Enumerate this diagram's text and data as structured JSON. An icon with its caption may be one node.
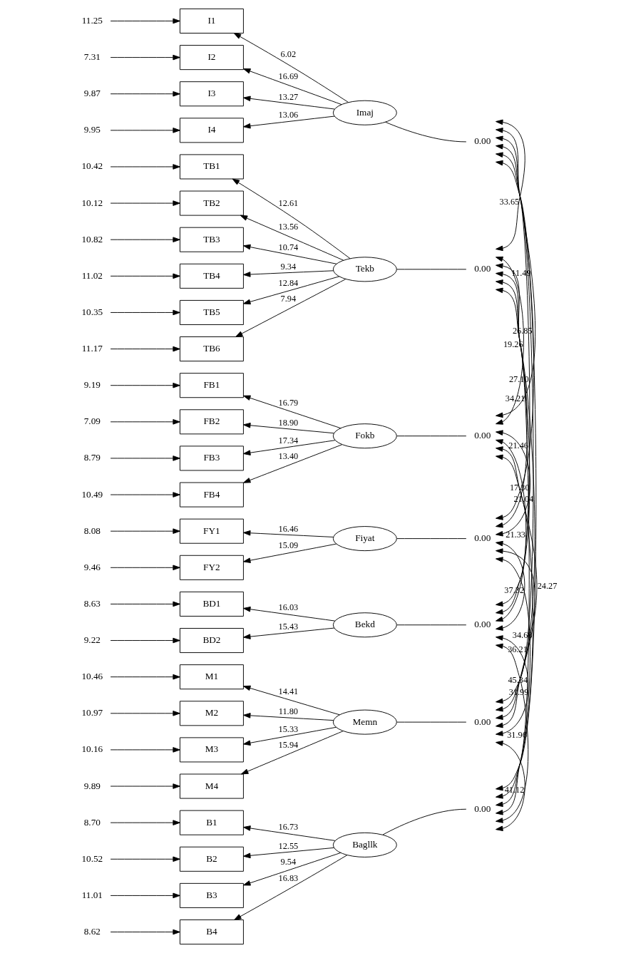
{
  "diagram": {
    "nodes": [
      {
        "text": [
          "11.25"
        ]
      },
      {
        "text": [
          "I1"
        ]
      },
      {
        "text": [
          "7.31"
        ]
      },
      {
        "text": [
          "I2"
        ]
      },
      {
        "text": [
          "9.87"
        ]
      },
      {
        "text": [
          "I3"
        ]
      },
      {
        "text": [
          "9.95"
        ]
      },
      {
        "text": [
          "I4"
        ]
      },
      {
        "text": [
          "10.42"
        ]
      },
      {
        "text": [
          "TB1"
        ]
      },
      {
        "text": [
          "10.12"
        ]
      },
      {
        "text": [
          "TB2"
        ]
      },
      {
        "text": [
          "10.82"
        ]
      },
      {
        "text": [
          "TB3"
        ]
      },
      {
        "text": [
          "11.02"
        ]
      },
      {
        "text": [
          "TB4"
        ]
      },
      {
        "text": [
          "10.35"
        ]
      },
      {
        "text": [
          "TB5"
        ]
      },
      {
        "text": [
          "11.17"
        ]
      },
      {
        "text": [
          "TB6"
        ]
      },
      {
        "text": [
          "9.19"
        ]
      },
      {
        "text": [
          "FB1"
        ]
      },
      {
        "text": [
          "7.09"
        ]
      },
      {
        "text": [
          "FB2"
        ]
      },
      {
        "text": [
          "8.79"
        ]
      },
      {
        "text": [
          "FB3"
        ]
      },
      {
        "text": [
          "10.49"
        ]
      },
      {
        "text": [
          "FB4"
        ]
      },
      {
        "text": [
          "8.08"
        ]
      },
      {
        "text": [
          "FY1"
        ]
      },
      {
        "text": [
          "9.46"
        ]
      },
      {
        "text": [
          "FY2"
        ]
      },
      {
        "text": [
          "8.63"
        ]
      },
      {
        "text": [
          "BD1"
        ]
      },
      {
        "text": [
          "9.22"
        ]
      },
      {
        "text": [
          "BD2"
        ]
      },
      {
        "text": [
          "10.46"
        ]
      },
      {
        "text": [
          "M1"
        ]
      },
      {
        "text": [
          "10.97"
        ]
      },
      {
        "text": [
          "M2"
        ]
      },
      {
        "text": [
          "10.16"
        ]
      },
      {
        "text": [
          "M3"
        ]
      },
      {
        "text": [
          "9.89"
        ]
      },
      {
        "text": [
          "M4"
        ]
      },
      {
        "text": [
          "8.70"
        ]
      },
      {
        "text": [
          "B1"
        ]
      },
      {
        "text": [
          "10.52"
        ]
      },
      {
        "text": [
          "B2"
        ]
      },
      {
        "text": [
          "11.01"
        ]
      },
      {
        "text": [
          "B3"
        ]
      },
      {
        "text": [
          "8.62"
        ]
      },
      {
        "text": [
          "B4"
        ]
      },
      {
        "text": [
          "Imaj"
        ]
      },
      {
        "text": [
          "0.00"
        ]
      },
      {
        "text": [
          "Tekb"
        ]
      },
      {
        "text": [
          "0.00"
        ]
      },
      {
        "text": [
          "Fokb"
        ]
      },
      {
        "text": [
          "0.00"
        ]
      },
      {
        "text": [
          "Fiyat"
        ]
      },
      {
        "text": [
          "0.00"
        ]
      },
      {
        "text": [
          "Bekd"
        ]
      },
      {
        "text": [
          "0.00"
        ]
      },
      {
        "text": [
          "Memn"
        ]
      },
      {
        "text": [
          "0.00"
        ]
      },
      {
        "text": [
          "Bagllk"
        ]
      },
      {
        "text": [
          "0.00"
        ]
      }
    ],
    "edges": [
      {
        "from": 0,
        "to": 1,
        "arrow": "to"
      },
      {
        "from": 2,
        "to": 3,
        "arrow": "to"
      },
      {
        "from": 4,
        "to": 5,
        "arrow": "to"
      },
      {
        "from": 6,
        "to": 7,
        "arrow": "to"
      },
      {
        "from": 8,
        "to": 9,
        "arrow": "to"
      },
      {
        "from": 10,
        "to": 11,
        "arrow": "to"
      },
      {
        "from": 12,
        "to": 13,
        "arrow": "to"
      },
      {
        "from": 14,
        "to": 15,
        "arrow": "to"
      },
      {
        "from": 16,
        "to": 17,
        "arrow": "to"
      },
      {
        "from": 18,
        "to": 19,
        "arrow": "to"
      },
      {
        "from": 20,
        "to": 21,
        "arrow": "to"
      },
      {
        "from": 22,
        "to": 23,
        "arrow": "to"
      },
      {
        "from": 24,
        "to": 25,
        "arrow": "to"
      },
      {
        "from": 26,
        "to": 27,
        "arrow": "to"
      },
      {
        "from": 28,
        "to": 29,
        "arrow": "to"
      },
      {
        "from": 30,
        "to": 31,
        "arrow": "to"
      },
      {
        "from": 32,
        "to": 33,
        "arrow": "to"
      },
      {
        "from": 34,
        "to": 35,
        "arrow": "to"
      },
      {
        "from": 36,
        "to": 37,
        "arrow": "to"
      },
      {
        "from": 38,
        "to": 39,
        "arrow": "to"
      },
      {
        "from": 40,
        "to": 41,
        "arrow": "to"
      },
      {
        "from": 42,
        "to": 43,
        "arrow": "to"
      },
      {
        "from": 44,
        "to": 45,
        "arrow": "to"
      },
      {
        "from": 46,
        "to": 47,
        "arrow": "to"
      },
      {
        "from": 48,
        "to": 49,
        "arrow": "to"
      },
      {
        "from": 50,
        "to": 51,
        "arrow": "to"
      },
      {
        "from": 52,
        "to": 1,
        "arrow": "to",
        "label": "6.02"
      },
      {
        "from": 52,
        "to": 3,
        "arrow": "to",
        "label": "16.69"
      },
      {
        "from": 52,
        "to": 5,
        "arrow": "to",
        "label": "13.27"
      },
      {
        "from": 52,
        "to": 7,
        "arrow": "to",
        "label": "13.06"
      },
      {
        "from": 54,
        "to": 9,
        "arrow": "to",
        "label": "12.61"
      },
      {
        "from": 54,
        "to": 11,
        "arrow": "to",
        "label": "13.56"
      },
      {
        "from": 54,
        "to": 13,
        "arrow": "to",
        "label": "10.74"
      },
      {
        "from": 54,
        "to": 15,
        "arrow": "to",
        "label": "9.34"
      },
      {
        "from": 54,
        "to": 17,
        "arrow": "to",
        "label": "12.84"
      },
      {
        "from": 54,
        "to": 19,
        "arrow": "to",
        "label": "7.94"
      },
      {
        "from": 56,
        "to": 21,
        "arrow": "to",
        "label": "16.79"
      },
      {
        "from": 56,
        "to": 23,
        "arrow": "to",
        "label": "18.90"
      },
      {
        "from": 56,
        "to": 25,
        "arrow": "to",
        "label": "17.34"
      },
      {
        "from": 56,
        "to": 27,
        "arrow": "to",
        "label": "13.40"
      },
      {
        "from": 58,
        "to": 29,
        "arrow": "to",
        "label": "16.46"
      },
      {
        "from": 58,
        "to": 31,
        "arrow": "to",
        "label": "15.09"
      },
      {
        "from": 60,
        "to": 33,
        "arrow": "to",
        "label": "16.03"
      },
      {
        "from": 60,
        "to": 35,
        "arrow": "to",
        "label": "15.43"
      },
      {
        "from": 62,
        "to": 37,
        "arrow": "to",
        "label": "14.41"
      },
      {
        "from": 62,
        "to": 39,
        "arrow": "to",
        "label": "11.80"
      },
      {
        "from": 62,
        "to": 41,
        "arrow": "to",
        "label": "15.33"
      },
      {
        "from": 62,
        "to": 43,
        "arrow": "to",
        "label": "15.94"
      },
      {
        "from": 64,
        "to": 45,
        "arrow": "to",
        "label": "16.73"
      },
      {
        "from": 64,
        "to": 47,
        "arrow": "to",
        "label": "12.55"
      },
      {
        "from": 64,
        "to": 49,
        "arrow": "to",
        "label": "9.54"
      },
      {
        "from": 64,
        "to": 51,
        "arrow": "to",
        "label": "16.83"
      },
      {
        "from": 52,
        "to": 53,
        "arrow": "none"
      },
      {
        "from": 54,
        "to": 55,
        "arrow": "none"
      },
      {
        "from": 56,
        "to": 57,
        "arrow": "none"
      },
      {
        "from": 58,
        "to": 59,
        "arrow": "none"
      },
      {
        "from": 60,
        "to": 61,
        "arrow": "none"
      },
      {
        "from": 62,
        "to": 63,
        "arrow": "none"
      },
      {
        "from": 64,
        "to": 65,
        "arrow": "none"
      },
      {
        "from": 53,
        "to": 55,
        "arrow": "both",
        "label": "33.65"
      },
      {
        "from": 55,
        "to": 57,
        "arrow": "both",
        "label": "19.26"
      },
      {
        "from": 57,
        "to": 59,
        "arrow": "both",
        "label": "17.30"
      },
      {
        "from": 59,
        "to": 61,
        "arrow": "both",
        "label": "37.32"
      },
      {
        "from": 61,
        "to": 63,
        "arrow": "both",
        "label": "45.34"
      },
      {
        "from": 63,
        "to": 65,
        "arrow": "both",
        "label": "41.12"
      },
      {
        "from": 53,
        "to": 57,
        "arrow": "both",
        "label": "11.49"
      },
      {
        "from": 55,
        "to": 59,
        "arrow": "both",
        "label": "34.21"
      },
      {
        "from": 57,
        "to": 61,
        "arrow": "both",
        "label": "21.33"
      },
      {
        "from": 59,
        "to": 63,
        "arrow": "both",
        "label": "36.21"
      },
      {
        "from": 61,
        "to": 65,
        "arrow": "both",
        "label": "31.96"
      },
      {
        "from": 53,
        "to": 59,
        "arrow": "both",
        "label": "26.85"
      },
      {
        "from": 55,
        "to": 61,
        "arrow": "both",
        "label": "21.46"
      },
      {
        "from": 57,
        "to": 63,
        "arrow": "both",
        "label": "24.27"
      },
      {
        "from": 59,
        "to": 65,
        "arrow": "both",
        "label": "31.99"
      },
      {
        "from": 53,
        "to": 61,
        "arrow": "both",
        "label": "27.10"
      },
      {
        "from": 55,
        "to": 63,
        "arrow": "both",
        "label": "21.04"
      },
      {
        "from": 57,
        "to": 65,
        "arrow": "both",
        "label": "34.68"
      },
      {
        "from": 53,
        "to": 63,
        "arrow": "both"
      },
      {
        "from": 55,
        "to": 65,
        "arrow": "both"
      },
      {
        "from": 53,
        "to": 65,
        "arrow": "both"
      }
    ]
  }
}
